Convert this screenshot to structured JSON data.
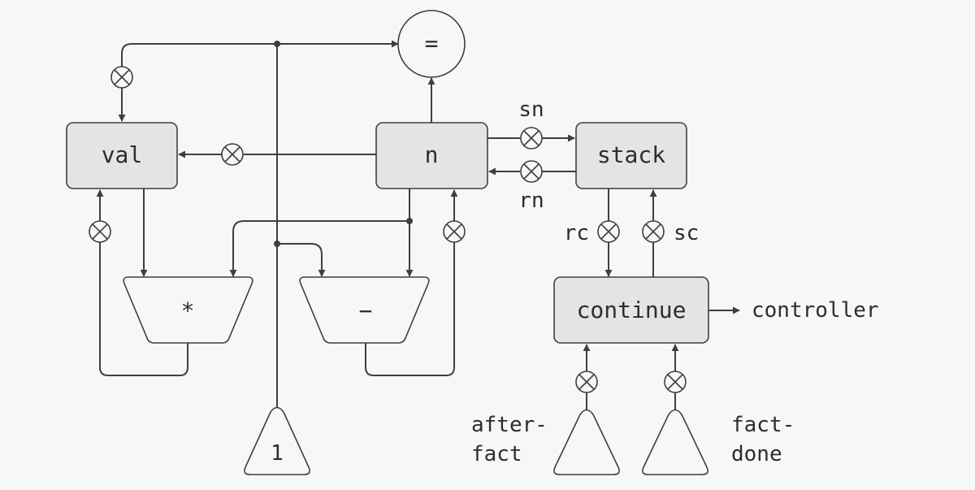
{
  "registers": {
    "val": "val",
    "n": "n",
    "stack": "stack",
    "continue": "continue"
  },
  "operations": {
    "equals": "=",
    "multiply": "*",
    "subtract": "−"
  },
  "constants": {
    "one": "1",
    "after_fact_line1": "after-",
    "after_fact_line2": "fact",
    "fact_done_line1": "fact-",
    "fact_done_line2": "done"
  },
  "gate_labels": {
    "sn": "sn",
    "rn": "rn",
    "rc": "rc",
    "sc": "sc"
  },
  "outputs": {
    "controller": "controller"
  }
}
